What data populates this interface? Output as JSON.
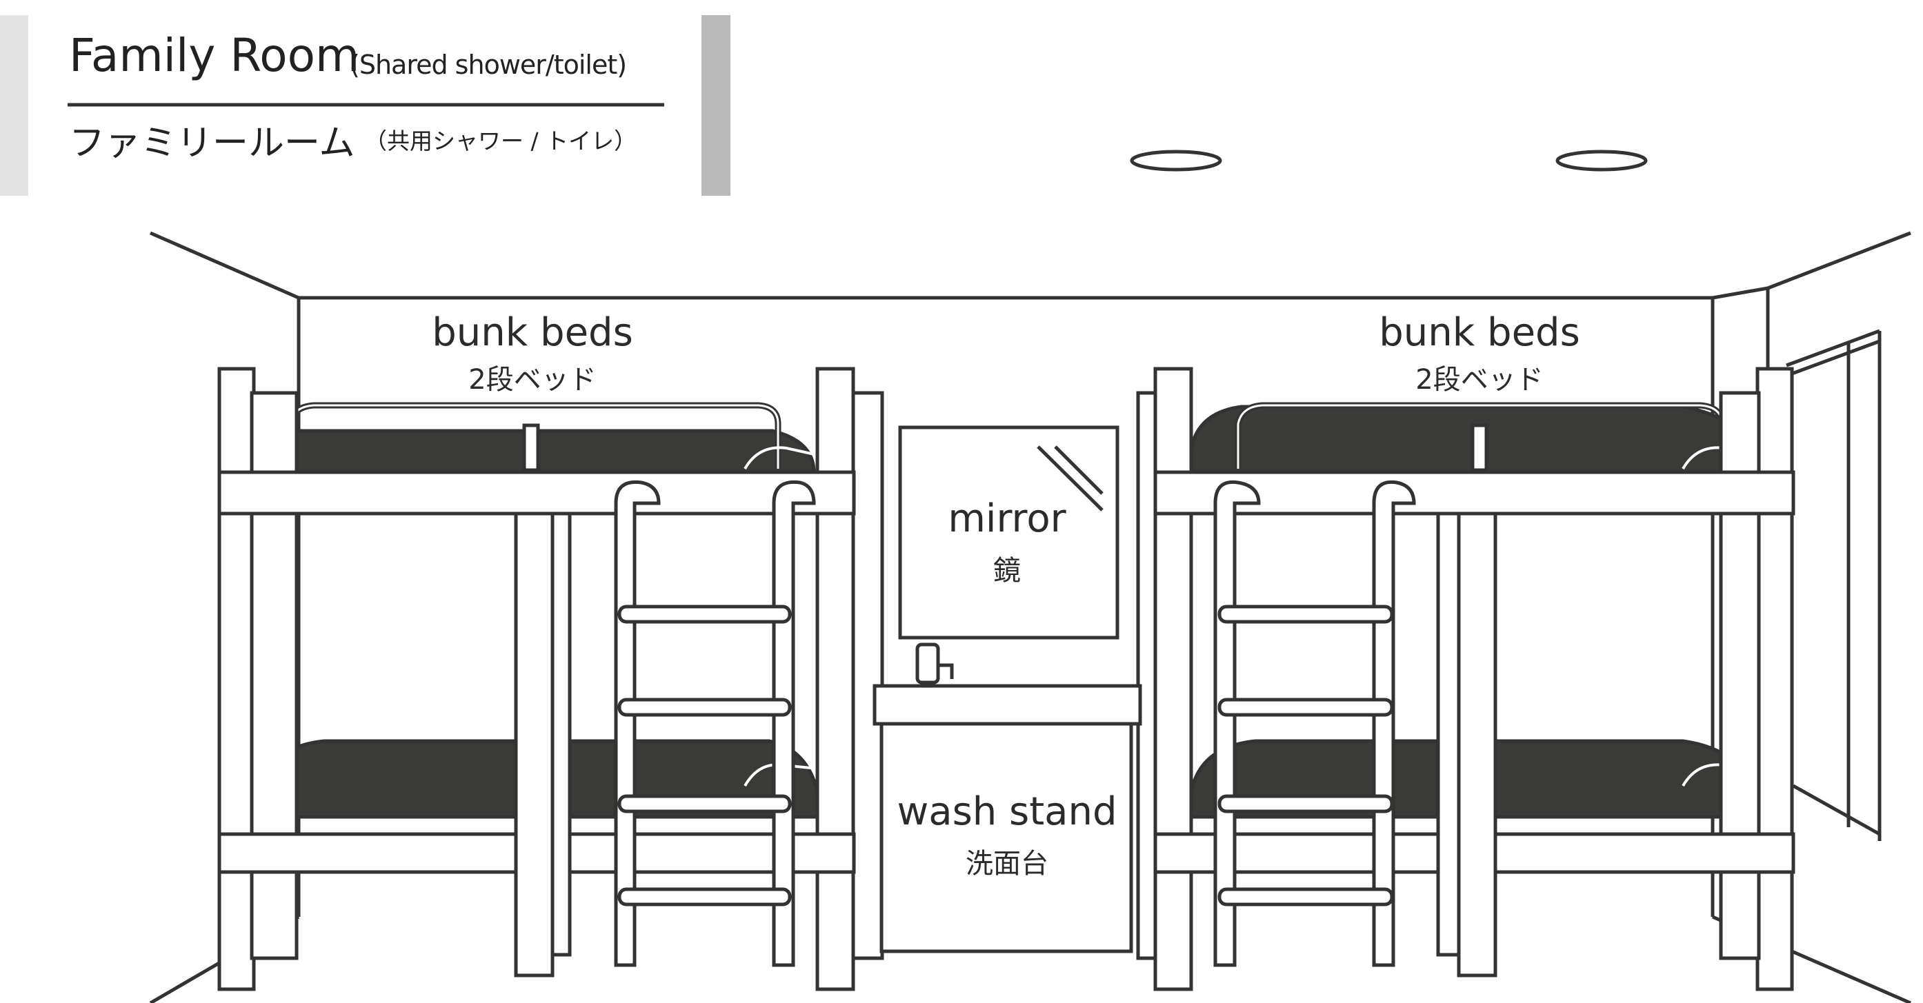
{
  "header": {
    "title_en": "Family Room",
    "title_en_sub": "(Shared shower/toilet)",
    "title_jp": "ファミリールーム",
    "title_jp_sub": "（共用シャワー / トイレ）"
  },
  "labels": {
    "left_bed_en": "bunk beds",
    "left_bed_jp": "2段ベッド",
    "right_bed_en": "bunk beds",
    "right_bed_jp": "2段ベッド",
    "mirror_en": "mirror",
    "mirror_jp": "鏡",
    "wash_en": "wash stand",
    "wash_jp": "洗面台"
  },
  "colors": {
    "line": "#333333",
    "mattress": "#3a3a38",
    "side_bar_light": "#e4e4e4",
    "side_bar_dark": "#b9b9b9"
  }
}
